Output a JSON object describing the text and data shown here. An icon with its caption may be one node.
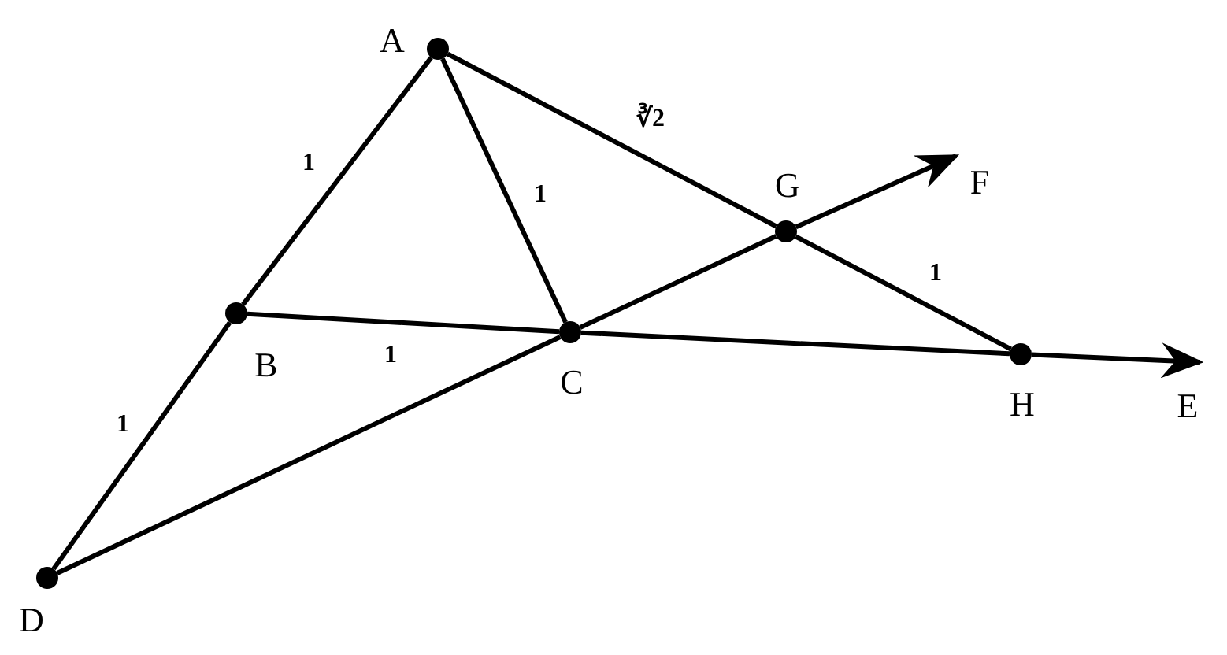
{
  "diagram": {
    "nodes": [
      {
        "text": [],
        "shape": "circle",
        "beside": [
          "A"
        ]
      },
      {
        "text": [],
        "shape": "circle",
        "beside": [
          "B"
        ]
      },
      {
        "text": [],
        "shape": "circle",
        "beside": [
          "C"
        ]
      },
      {
        "text": [],
        "shape": "circle",
        "beside": [
          "D"
        ]
      },
      {
        "text": [],
        "shape": "circle",
        "beside": [
          "G"
        ]
      },
      {
        "text": [],
        "shape": "circle",
        "beside": [
          "H"
        ]
      },
      {
        "text": [
          "E"
        ]
      },
      {
        "text": [
          "F"
        ]
      }
    ],
    "edges": [
      {
        "from": 0,
        "to": 1,
        "arrow": "none",
        "label": "1"
      },
      {
        "from": 1,
        "to": 3,
        "arrow": "none",
        "label": "1"
      },
      {
        "from": 0,
        "to": 2,
        "arrow": "none",
        "label": "1"
      },
      {
        "from": 0,
        "to": 4,
        "arrow": "none",
        "label": "∛2"
      },
      {
        "from": 4,
        "to": 5,
        "arrow": "none",
        "label": "1"
      },
      {
        "from": 1,
        "to": 2,
        "arrow": "none",
        "label": "1"
      },
      {
        "from": 2,
        "to": 5,
        "arrow": "none"
      },
      {
        "from": 5,
        "to": 6,
        "arrow": "to"
      },
      {
        "from": 3,
        "to": 2,
        "arrow": "none"
      },
      {
        "from": 2,
        "to": 4,
        "arrow": "none"
      },
      {
        "from": 4,
        "to": 7,
        "arrow": "to"
      }
    ]
  }
}
